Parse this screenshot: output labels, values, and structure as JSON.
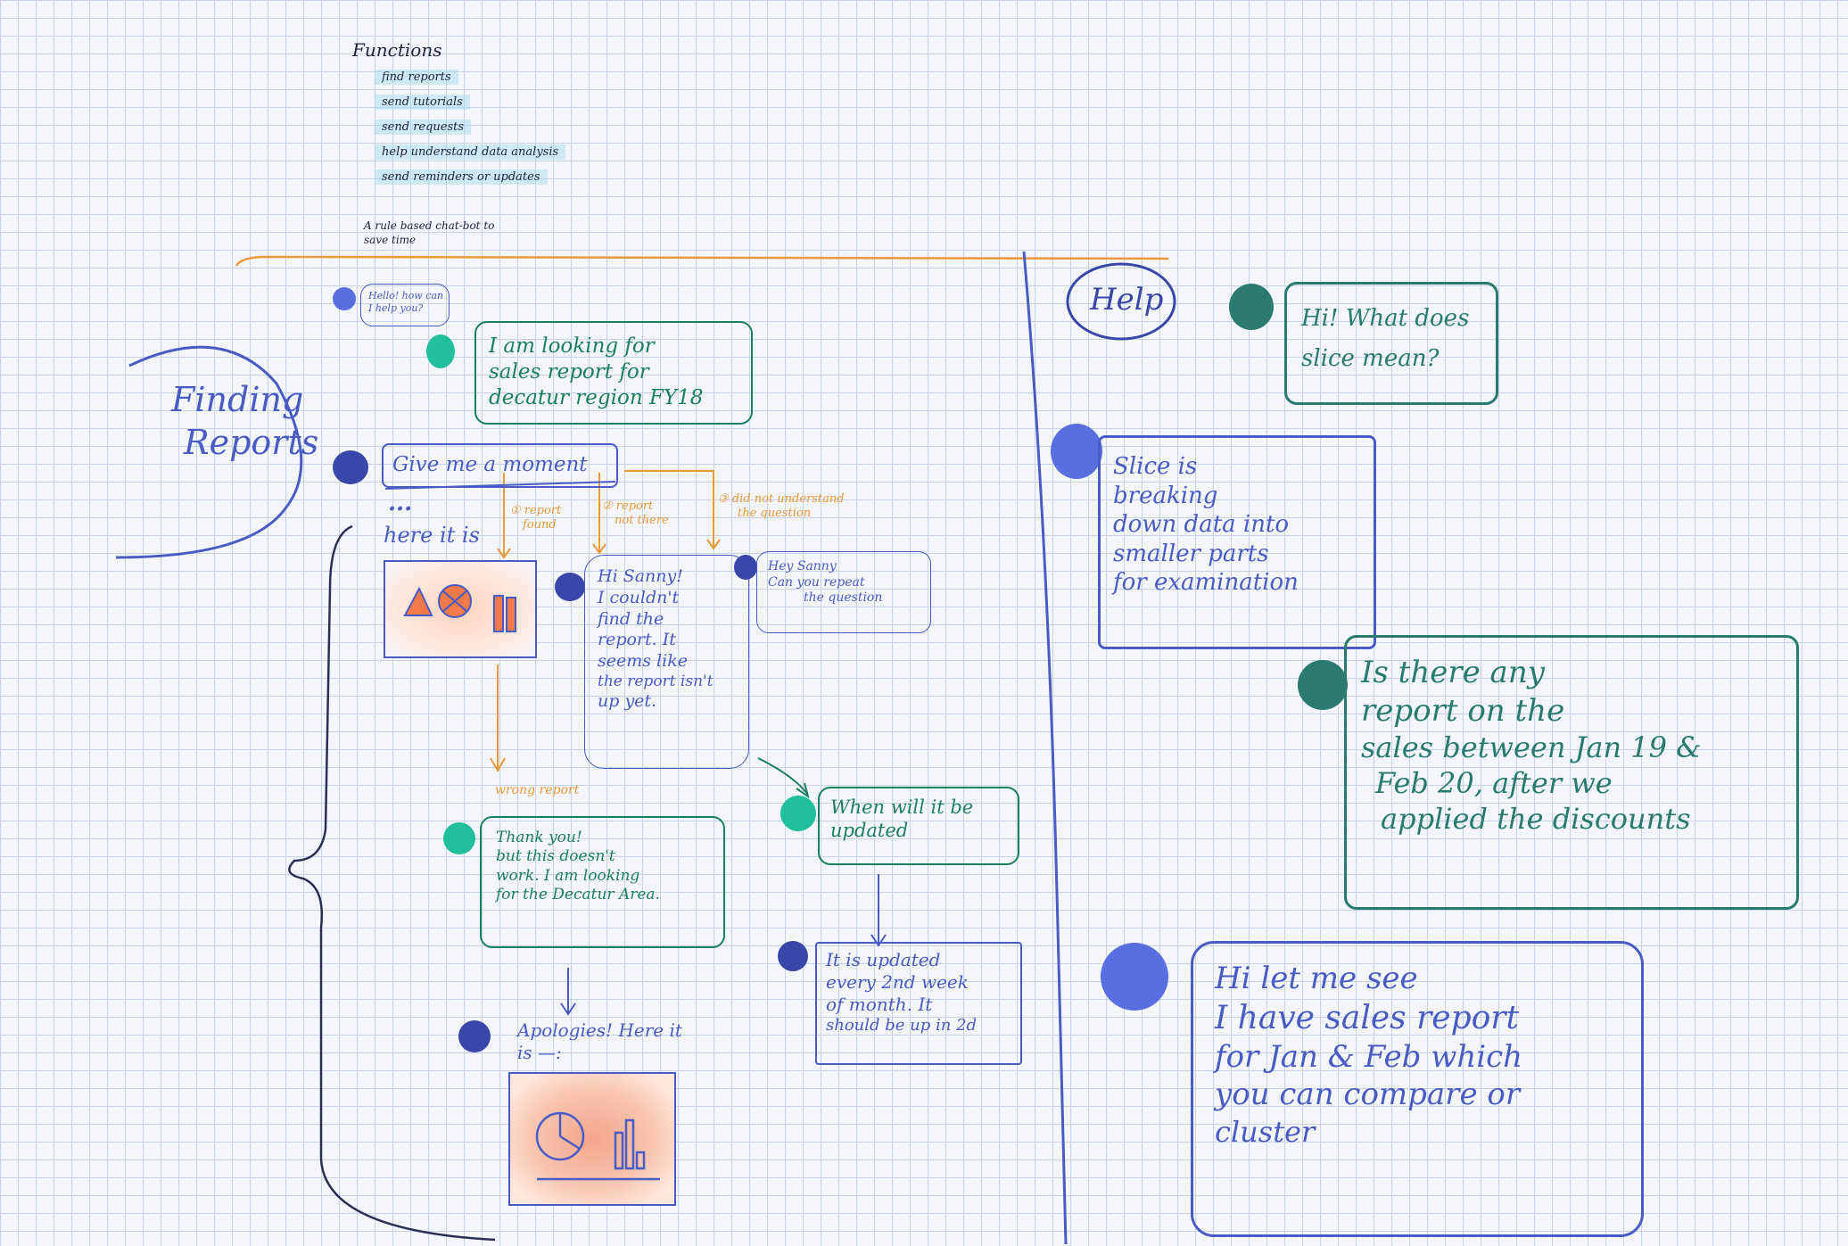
{
  "functions": {
    "title": "Functions",
    "items": [
      "find reports",
      "send tutorials",
      "send requests",
      "help understand data analysis",
      "send reminders or updates"
    ],
    "note_line1": "A rule based chat-bot to",
    "note_line2": "save time"
  },
  "finding_reports": {
    "title_line1": "Finding",
    "title_line2": "Reports",
    "bot_greeting_line1": "Hello! how can",
    "bot_greeting_line2": "I help you?",
    "user_request": [
      "I am looking for",
      "sales report for",
      "decatur region FY18"
    ],
    "bot_wait": "Give me a moment",
    "ellipsis": "...",
    "here_it_is": "here it is",
    "branch1": [
      "① report",
      "found"
    ],
    "branch2": [
      "② report",
      "not there"
    ],
    "branch3": [
      "③ did not understand",
      "the question"
    ],
    "not_found_msg": [
      "Hi Sanny!",
      "I couldn't",
      "find the",
      "report. It",
      "seems like",
      "the report isn't",
      "up yet."
    ],
    "repeat_msg": [
      "Hey Sanny",
      "Can you repeat",
      "the question"
    ],
    "wrong_report": "wrong report",
    "user_thanks": [
      "Thank you!",
      "but this doesn't",
      "work. I am looking",
      "for the Decatur Area."
    ],
    "user_when": [
      "When will it be",
      "updated"
    ],
    "bot_updated": [
      "It is updated",
      "every 2nd week",
      "of month. It",
      "should be up in 2d"
    ],
    "bot_apology": [
      "Apologies! Here it",
      "is —:"
    ]
  },
  "help": {
    "title": "Help",
    "user_q1": [
      "Hi! What does",
      "slice mean?"
    ],
    "bot_a1": [
      "Slice is",
      "breaking",
      "down data into",
      "smaller parts",
      "for examination"
    ],
    "user_q2": [
      "Is there any",
      "report on the",
      "sales between Jan 19 &",
      "Feb 20, after we",
      "applied the discounts"
    ],
    "bot_a2": [
      "Hi let me see",
      "I have sales report",
      "for Jan & Feb which",
      "you can compare or",
      "cluster"
    ]
  },
  "colors": {
    "bot_blue": "#4b5bc4",
    "bot_navy": "#3a46a8",
    "user_green": "#1e7f5c",
    "user_teal": "#2b7a70",
    "accent_orange": "#e89a3c",
    "report_orange": "#f07a4a"
  }
}
